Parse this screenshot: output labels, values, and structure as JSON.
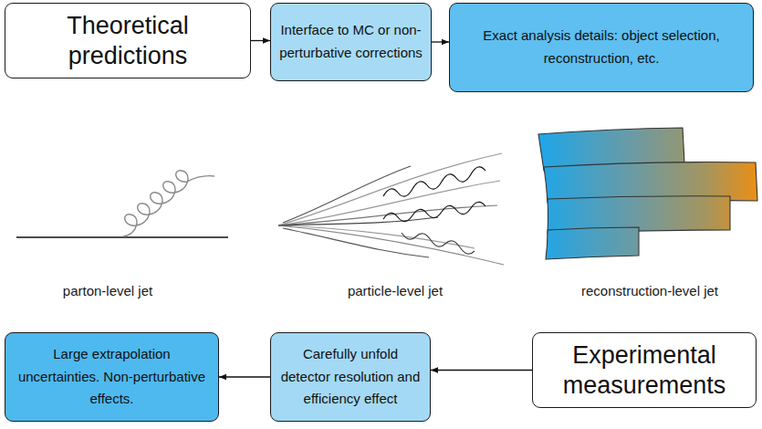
{
  "diagram": {
    "nodes": [
      {
        "text": [
          "Theoretical predictions"
        ]
      },
      {
        "text": [
          "Interface to MC or non-perturbative corrections"
        ]
      },
      {
        "text": [
          "Exact analysis details: object selection, reconstruction, etc."
        ]
      },
      {
        "text": [
          "Large extrapolation uncertainties. Non-perturbative effects."
        ]
      },
      {
        "text": [
          "Carefully unfold detector resolution and efficiency effect"
        ]
      },
      {
        "text": [
          "Experimental measurements"
        ]
      }
    ],
    "edges": [
      {
        "from": 0,
        "to": 1,
        "arrow": "to"
      },
      {
        "from": 1,
        "to": 2,
        "arrow": "to"
      },
      {
        "from": 5,
        "to": 4,
        "arrow": "to"
      },
      {
        "from": 4,
        "to": 3,
        "arrow": "to"
      }
    ],
    "labels": [
      "parton-level jet",
      "particle-level jet",
      "reconstruction-level jet"
    ]
  }
}
